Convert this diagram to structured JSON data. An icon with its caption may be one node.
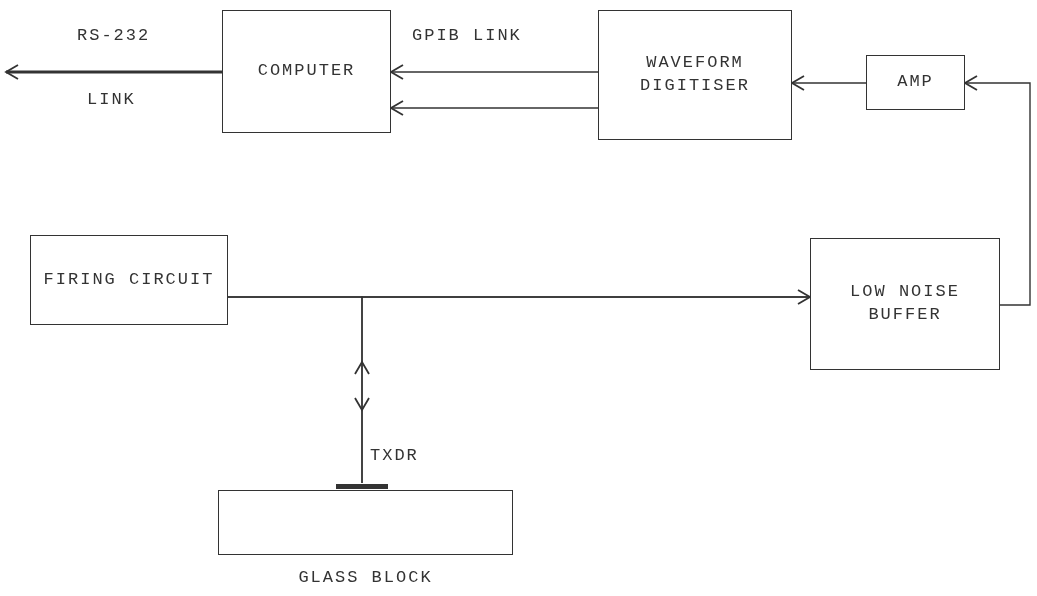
{
  "diagram": {
    "nodes": [
      {
        "text": [
          "COMPUTER"
        ]
      },
      {
        "text": [
          "WAVEFORM DIGITISER"
        ]
      },
      {
        "text": [
          "AMP"
        ]
      },
      {
        "text": [
          "FIRING CIRCUIT"
        ]
      },
      {
        "text": [
          "LOW NOISE BUFFER"
        ]
      },
      {
        "text": [],
        "shape": "bar",
        "beside": [
          "TXDR"
        ]
      },
      {
        "text": [
          "GLASS BLOCK"
        ]
      }
    ],
    "edges": [
      {
        "from": 1,
        "to": 0,
        "arrow": "to",
        "label": "GPIB LINK"
      },
      {
        "from": 1,
        "to": 0,
        "arrow": "to"
      },
      {
        "from": 2,
        "to": 1,
        "arrow": "to"
      },
      {
        "from": 4,
        "to": 2,
        "arrow": "to"
      },
      {
        "from": 3,
        "to": 4,
        "arrow": "to"
      },
      {
        "from": 3,
        "to": 5,
        "arrow": "to"
      },
      {
        "from": 5,
        "to": 4,
        "arrow": "to"
      },
      {
        "from": 0,
        "to": null,
        "arrow": "to",
        "label": "RS-232",
        "style": "thick"
      }
    ],
    "labels": [
      "LINK"
    ]
  }
}
